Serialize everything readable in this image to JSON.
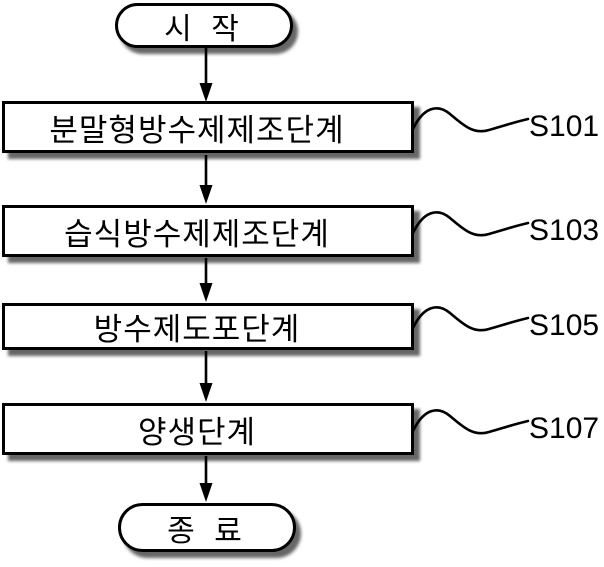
{
  "flowchart": {
    "start_label": "시 작",
    "end_label": "종 료",
    "steps": [
      {
        "label": "분말형방수제제조단계",
        "ref": "S101"
      },
      {
        "label": "습식방수제제조단계",
        "ref": "S103"
      },
      {
        "label": "방수제도포단계",
        "ref": "S105"
      },
      {
        "label": "양생단계",
        "ref": "S107"
      }
    ],
    "colors": {
      "background": "#ffffff",
      "line": "#000000",
      "box_fill": "#ffffff",
      "box_border": "#000000",
      "shadow": "rgba(0,0,0,0.6)"
    }
  }
}
